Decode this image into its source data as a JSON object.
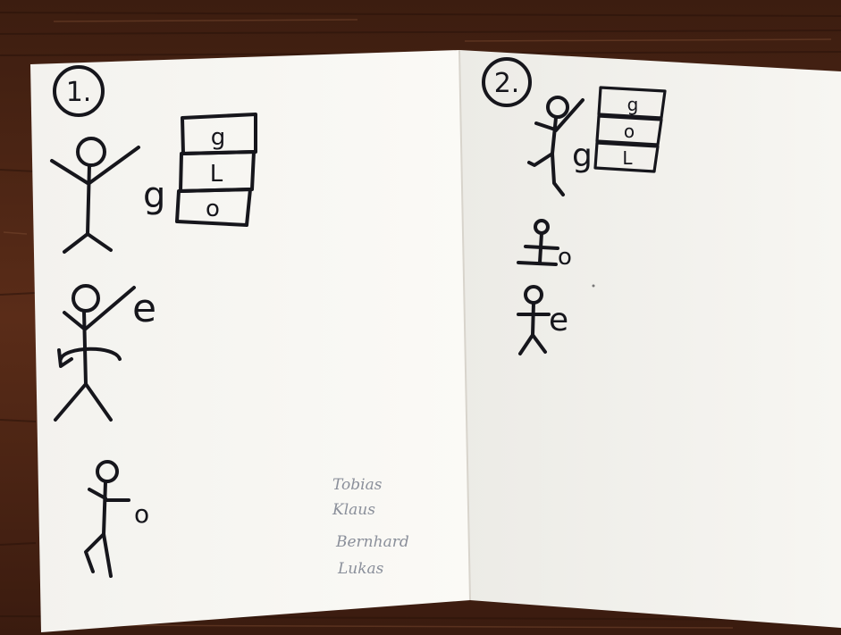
{
  "colors": {
    "wood_dark": "#3a1c10",
    "wood_mid": "#5a2c18",
    "paper": "#f6f4ef",
    "paper_shadow": "#e4e0d8",
    "ink": "#16161c",
    "pencil": "#8a8f9a"
  },
  "left_page": {
    "number": "1.",
    "stack_letters": [
      "g",
      "L",
      "o"
    ],
    "figures": [
      {
        "icon": "stick-figure-arms-raised-icon",
        "letter": "g"
      },
      {
        "icon": "stick-figure-spinning-icon",
        "letter": "e"
      },
      {
        "icon": "stick-figure-running-icon",
        "letter": "o"
      }
    ]
  },
  "right_page": {
    "number": "2.",
    "stack_letters": [
      "g",
      "o",
      "L"
    ],
    "figures": [
      {
        "icon": "stick-figure-jumping-icon",
        "letter": "g"
      },
      {
        "icon": "stick-figure-sitting-icon",
        "letter": "o"
      },
      {
        "icon": "stick-figure-standing-icon",
        "letter": "e"
      }
    ]
  },
  "names": [
    "Tobias",
    "Klaus",
    "Bernhard",
    "Lukas"
  ]
}
